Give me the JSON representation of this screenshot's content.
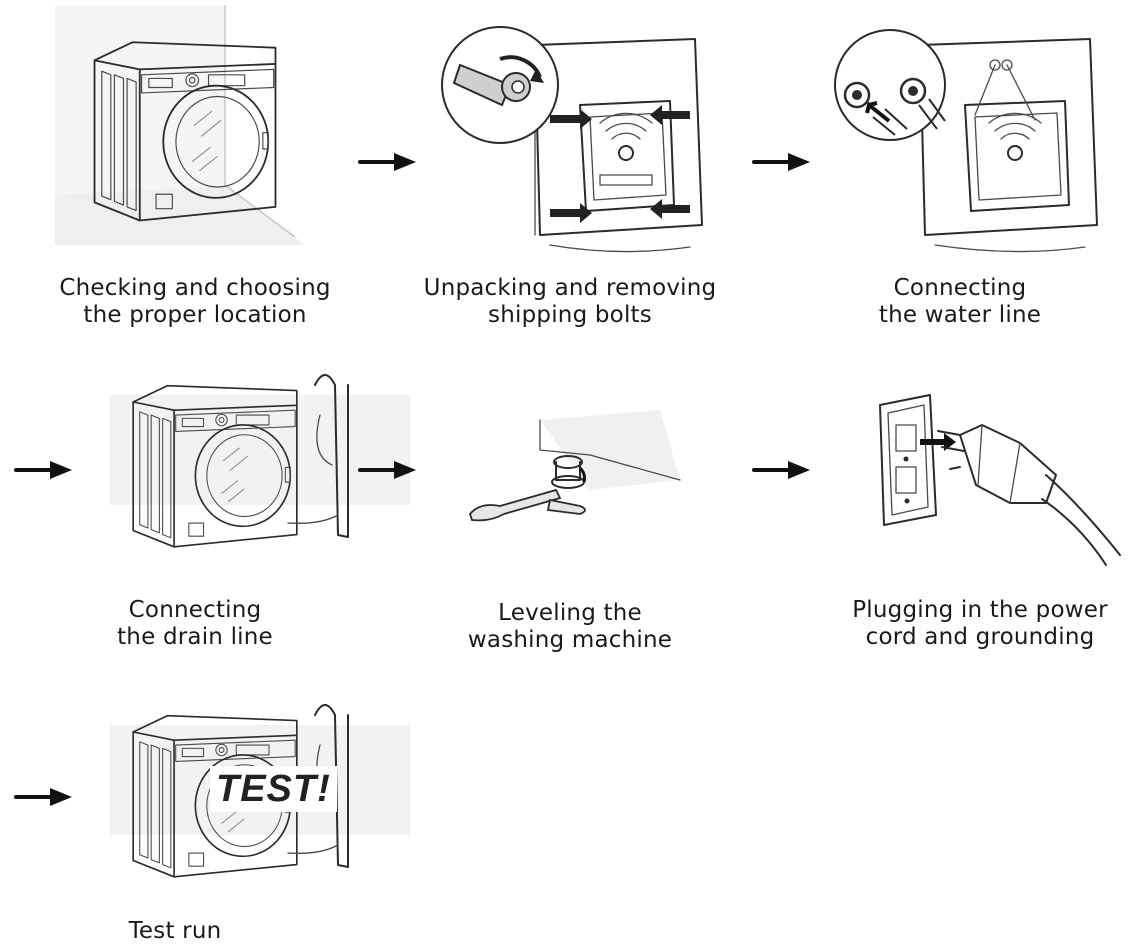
{
  "steps": [
    {
      "id": "location",
      "caption": [
        "Checking and choosing",
        "the proper location"
      ]
    },
    {
      "id": "unpacking",
      "caption": [
        "Unpacking and removing",
        "shipping bolts"
      ]
    },
    {
      "id": "water-line",
      "caption": [
        "Connecting",
        "the water line"
      ]
    },
    {
      "id": "drain-line",
      "caption": [
        "Connecting",
        "the drain line"
      ]
    },
    {
      "id": "leveling",
      "caption": [
        "Leveling the",
        "washing machine"
      ]
    },
    {
      "id": "power",
      "caption": [
        "Plugging in the power",
        "cord and grounding"
      ]
    },
    {
      "id": "test",
      "caption": [
        "Test run"
      ]
    }
  ],
  "test_stamp": "TEST!",
  "colors": {
    "line": "#2b2b2b",
    "wall": "#efefef",
    "arrow": "#111111"
  },
  "icons": [
    "washing-machine-icon",
    "wrench-icon",
    "hose-connector-icon",
    "drain-hose-icon",
    "leveling-wrench-icon",
    "outlet-plug-icon",
    "arrow-right-icon"
  ]
}
